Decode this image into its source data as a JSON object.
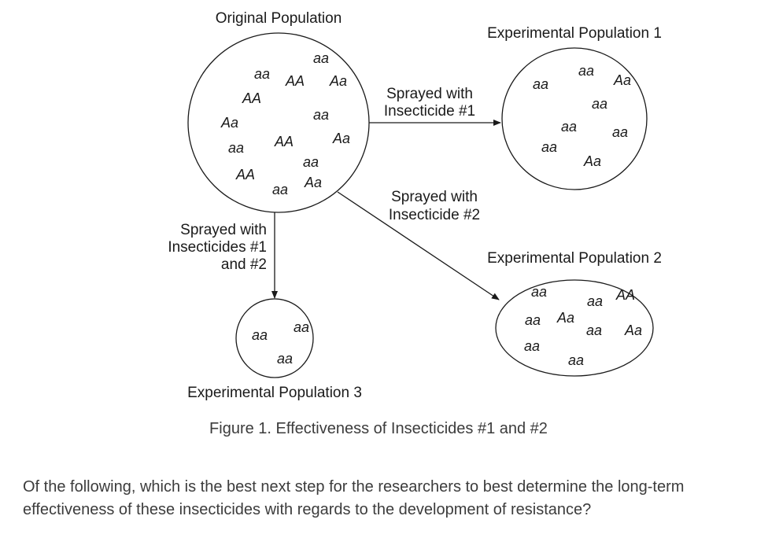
{
  "diagram": {
    "original": {
      "title": "Original Population",
      "genotypes": [
        "aa",
        "aa",
        "AA",
        "Aa",
        "AA",
        "aa",
        "Aa",
        "aa",
        "AA",
        "Aa",
        "aa",
        "AA",
        "aa",
        "Aa"
      ]
    },
    "exp1": {
      "title": "Experimental Population 1",
      "genotypes": [
        "aa",
        "aa",
        "Aa",
        "aa",
        "aa",
        "aa",
        "aa",
        "Aa"
      ]
    },
    "exp2": {
      "title": "Experimental Population 2",
      "genotypes": [
        "aa",
        "aa",
        "AA",
        "aa",
        "Aa",
        "aa",
        "Aa",
        "aa",
        "aa"
      ]
    },
    "exp3": {
      "title": "Experimental Population 3",
      "genotypes": [
        "aa",
        "aa",
        "aa"
      ]
    },
    "arrow1": {
      "label_lines": [
        "Sprayed with",
        "Insecticide #1"
      ]
    },
    "arrow2": {
      "label_lines": [
        "Sprayed with",
        "Insecticide #2"
      ]
    },
    "arrow3": {
      "label_lines": [
        "Sprayed with",
        "Insecticides #1",
        "and #2"
      ]
    }
  },
  "caption": "Figure 1. Effectiveness of Insecticides #1 and #2",
  "question": "Of the following, which is the best next step for the researchers to best determine the long-term effectiveness of these insecticides with regards to the development of resistance?"
}
